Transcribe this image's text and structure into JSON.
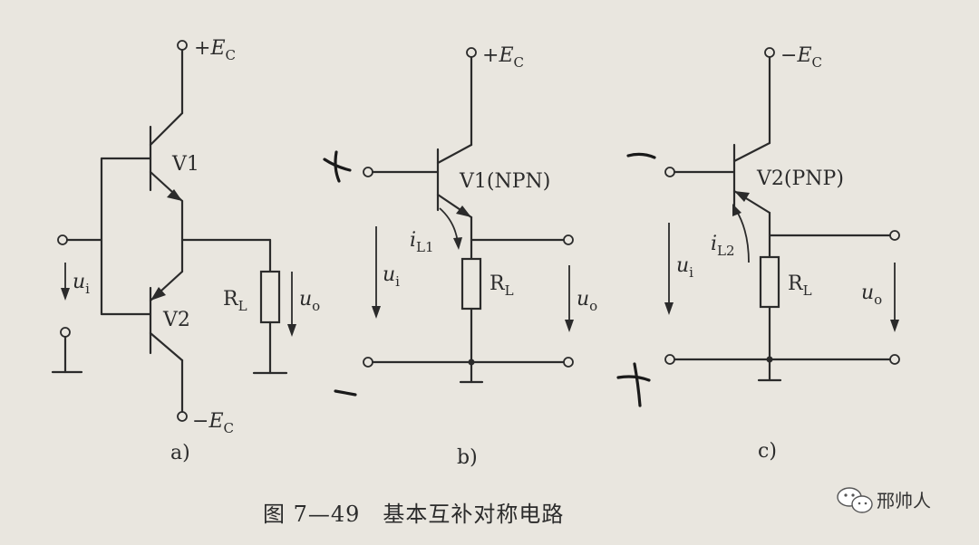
{
  "figure_caption": "图 7—49　基本互补对称电路",
  "watermark": "邢帅人",
  "panel_a": {
    "sublabel": "a)",
    "transistor_top": "V1",
    "transistor_bottom": "V2",
    "supply_top": {
      "sign": "+",
      "symbol": "E",
      "subscript": "C"
    },
    "supply_bottom": {
      "sign": "−",
      "symbol": "E",
      "subscript": "C"
    },
    "input": {
      "symbol": "u",
      "subscript": "i"
    },
    "load": {
      "symbol": "R",
      "subscript": "L"
    },
    "output": {
      "symbol": "u",
      "subscript": "o"
    }
  },
  "panel_b": {
    "sublabel": "b)",
    "transistor": "V1(NPN)",
    "supply": {
      "sign": "+",
      "symbol": "E",
      "subscript": "C"
    },
    "current": {
      "symbol": "i",
      "subscript": "L1"
    },
    "input": {
      "symbol": "u",
      "subscript": "i"
    },
    "load": {
      "symbol": "R",
      "subscript": "L"
    },
    "output": {
      "symbol": "u",
      "subscript": "o"
    }
  },
  "panel_c": {
    "sublabel": "c)",
    "transistor": "V2(PNP)",
    "supply": {
      "sign": "−",
      "symbol": "E",
      "subscript": "C"
    },
    "current": {
      "symbol": "i",
      "subscript": "L2"
    },
    "input": {
      "symbol": "u",
      "subscript": "i"
    },
    "load": {
      "symbol": "R",
      "subscript": "L"
    },
    "output": {
      "symbol": "u",
      "subscript": "o"
    }
  }
}
